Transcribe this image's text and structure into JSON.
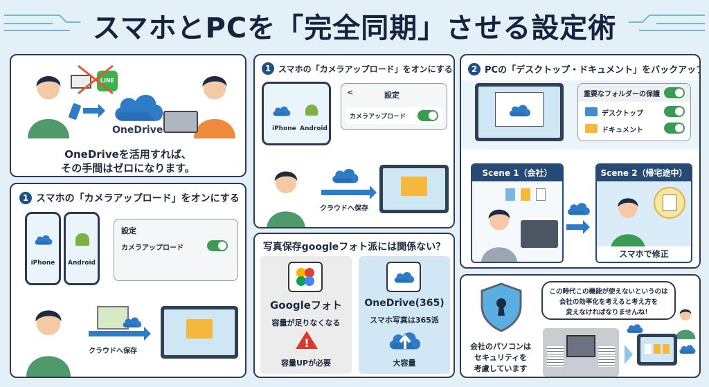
{
  "title": "スマホとPCを「完全同期」させる設定術",
  "colors": {
    "background": "#e4f0f8",
    "navy": "#1e4f86",
    "toggle_on": "#3a9b55",
    "onedrive_blue": "#2e7cc8",
    "warning_red": "#d83a2e"
  },
  "intro": {
    "logo_label": "OneDrive",
    "crossed_out_icons": [
      "mail-icon",
      "line-icon"
    ],
    "line_icon_text": "LINE",
    "caption_line1": "OneDriveを活用すれば、",
    "caption_line2": "その手間はゼロになります。"
  },
  "step1_left": {
    "number": "1",
    "heading": "スマホの「カメラアップロード」をオンにする",
    "phones": [
      "iPhone",
      "Android"
    ],
    "settings_title": "設定",
    "settings_item": "カメラアップロード",
    "toggle_on": true,
    "save_label": "クラウドへ保存"
  },
  "step1_mid": {
    "number": "1",
    "heading": "スマホの「カメラアップロード」をオンにする",
    "phones": [
      "iPhone",
      "Android"
    ],
    "settings_back": "<",
    "settings_title": "設定",
    "settings_item": "カメラアップロード",
    "toggle_on": true,
    "save_label": "クラウドへ保存"
  },
  "google": {
    "heading": "写真保存googleフォト派には関係ない？",
    "left": {
      "name": "Googleフォト",
      "line1": "容量が足りなくなる",
      "line2": "容量UPが必要",
      "warning": "!"
    },
    "right": {
      "name": "OneDrive(365)",
      "line1": "スマホ写真は365派",
      "line2": "大容量"
    }
  },
  "step2": {
    "number": "2",
    "heading": "PCの「デスクトップ・ドキュメント」をバックアップ",
    "settings": {
      "title": "重要なフォルダーの保護",
      "items": [
        {
          "label": "デスクトップ",
          "on": true
        },
        {
          "label": "ドキュメント",
          "on": true
        }
      ],
      "master_on": true
    },
    "scene1": "Scene 1（会社）",
    "scene2": "Scene 2（帰宅途中）",
    "scene2_caption": "スマホで修正"
  },
  "security": {
    "caption_line1": "会社のパソコンは",
    "caption_line2": "セキュリティを",
    "caption_line3": "考慮しています",
    "speech_line1": "この時代この機能が使えないというのは",
    "speech_line2": "会社の効率化を考えると考え方を",
    "speech_line3": "変えなければなりませんね！"
  }
}
